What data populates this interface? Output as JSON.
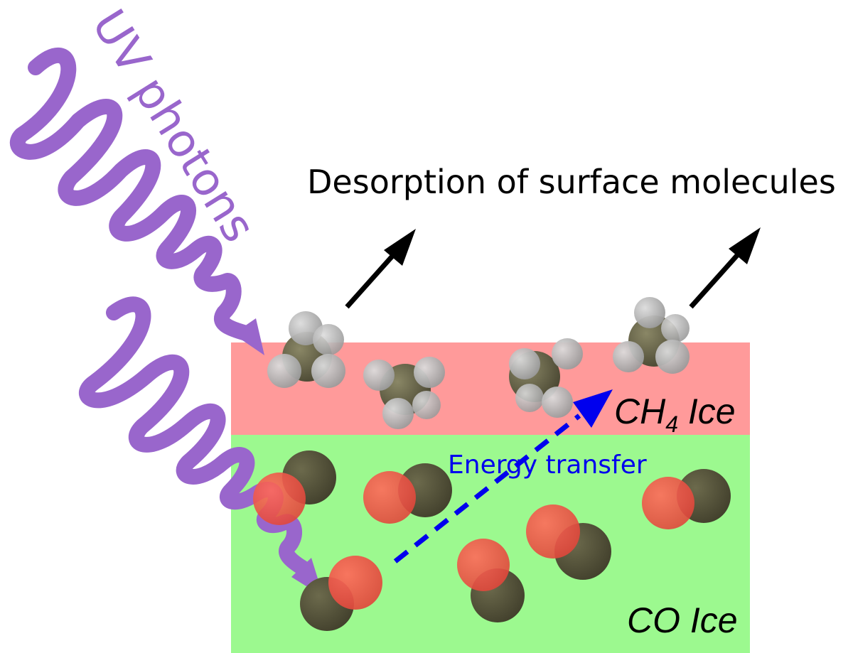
{
  "labels": {
    "uv_photons": "UV photons",
    "desorption": "Desorption of surface molecules",
    "energy_transfer": "Energy transfer",
    "ch4_ice_main": "CH",
    "ch4_ice_sub": "4",
    "ch4_ice_tail": " Ice",
    "co_ice": "CO Ice"
  },
  "colors": {
    "ch4_layer": "#ff9a9a",
    "co_layer": "#9cf98f",
    "photon": "#9966cc",
    "energy_arrow": "#0000ee",
    "desorption_arrow": "#000000",
    "carbon": "#5d5a40",
    "hydrogen": "#bdbdbd",
    "oxygen": "#f04535"
  }
}
